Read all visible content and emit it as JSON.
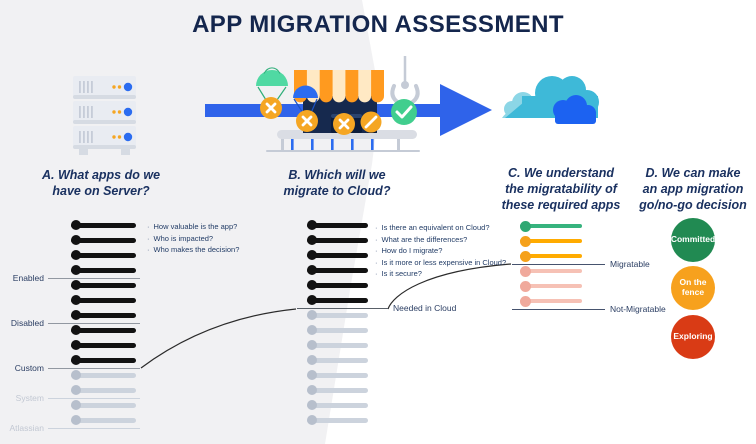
{
  "title": "APP MIGRATION ASSESSMENT",
  "sections": {
    "a": {
      "heading": "A. What apps do we\nhave on Server?",
      "questions": [
        "How valuable is the app?",
        "Who is impacted?",
        "Who makes the decision?"
      ],
      "rows": [
        {
          "type": "bar",
          "style": "active"
        },
        {
          "type": "bar",
          "style": "active"
        },
        {
          "type": "bar",
          "style": "active"
        },
        {
          "type": "bar",
          "style": "active"
        },
        {
          "type": "divider",
          "label": "Enabled",
          "line": "gray",
          "muted": false
        },
        {
          "type": "bar",
          "style": "active"
        },
        {
          "type": "bar",
          "style": "active"
        },
        {
          "type": "bar",
          "style": "active"
        },
        {
          "type": "divider",
          "label": "Disabled",
          "line": "gray",
          "muted": false
        },
        {
          "type": "bar",
          "style": "active"
        },
        {
          "type": "bar",
          "style": "active"
        },
        {
          "type": "bar",
          "style": "active"
        },
        {
          "type": "divider",
          "label": "Custom",
          "line": "gray",
          "muted": false
        },
        {
          "type": "bar",
          "style": "muted"
        },
        {
          "type": "bar",
          "style": "muted"
        },
        {
          "type": "divider",
          "label": "System",
          "line": "muted",
          "muted": true
        },
        {
          "type": "bar",
          "style": "muted"
        },
        {
          "type": "bar",
          "style": "muted"
        },
        {
          "type": "divider",
          "label": "Atlassian",
          "line": "muted",
          "muted": true
        }
      ]
    },
    "b": {
      "heading": "B. Which will we\nmigrate to Cloud?",
      "questions": [
        "Is there an equivalent on Cloud?",
        "What are the differences?",
        "How do I migrate?",
        "Is it more or less expensive in Cloud?",
        "Is it secure?"
      ],
      "rows": [
        {
          "type": "bar",
          "style": "active"
        },
        {
          "type": "bar",
          "style": "active"
        },
        {
          "type": "bar",
          "style": "active"
        },
        {
          "type": "bar",
          "style": "active"
        },
        {
          "type": "bar",
          "style": "active"
        },
        {
          "type": "bar",
          "style": "active"
        },
        {
          "type": "divider",
          "label": "Needed in Cloud",
          "line": "dark",
          "muted": false
        },
        {
          "type": "bar",
          "style": "muted"
        },
        {
          "type": "bar",
          "style": "muted"
        },
        {
          "type": "bar",
          "style": "muted"
        },
        {
          "type": "bar",
          "style": "muted"
        },
        {
          "type": "bar",
          "style": "muted"
        },
        {
          "type": "bar",
          "style": "muted"
        },
        {
          "type": "bar",
          "style": "muted"
        },
        {
          "type": "bar",
          "style": "muted"
        }
      ]
    },
    "c": {
      "heading": "C. We understand\nthe migratability of\nthese required apps",
      "rows": [
        {
          "type": "bar",
          "style": "green"
        },
        {
          "type": "bar",
          "style": "yellow"
        },
        {
          "type": "bar",
          "style": "yellow"
        },
        {
          "type": "divider",
          "label": "Migratable",
          "line": "navy",
          "muted": false
        },
        {
          "type": "bar",
          "style": "pink"
        },
        {
          "type": "bar",
          "style": "pink"
        },
        {
          "type": "bar",
          "style": "pink"
        },
        {
          "type": "divider",
          "label": "Not-Migratable",
          "line": "navy",
          "muted": false
        }
      ]
    },
    "d": {
      "heading": "D. We can make\nan app migration\ngo/no-go decision",
      "decisions": [
        {
          "label": "Committed",
          "color": "#218a52"
        },
        {
          "label": "On the\nfence",
          "color": "#f7a11d"
        },
        {
          "label": "Exploring",
          "color": "#d93b15"
        }
      ]
    }
  },
  "palette": {
    "active": {
      "dot": "#121212",
      "bar": "#121212"
    },
    "muted": {
      "dot": "#b7bfcc",
      "bar": "#ccd3dd"
    },
    "green": {
      "dot": "#2fa873",
      "bar": "#36b37e"
    },
    "yellow": {
      "dot": "#f5a11a",
      "bar": "#ffab00"
    },
    "pink": {
      "dot": "#f0a99c",
      "bar": "#f6c1b5"
    },
    "lines": {
      "gray": "#9298a1",
      "dark": "#596068",
      "navy": "#46536e",
      "muted": "#ccd3dd"
    },
    "label_color": "#2b3e63",
    "label_muted_color": "#c2c8d3"
  },
  "icons": {
    "server": "server-rack",
    "arrow": "migration-arrow",
    "marketplace": "marketplace-store",
    "parachutes": "parachute-drop",
    "blocked_app": "x-circle",
    "approved_app": "check-circle",
    "claw": "picker-claw",
    "conveyor": "conveyor-belt",
    "cloud": "cloud"
  }
}
